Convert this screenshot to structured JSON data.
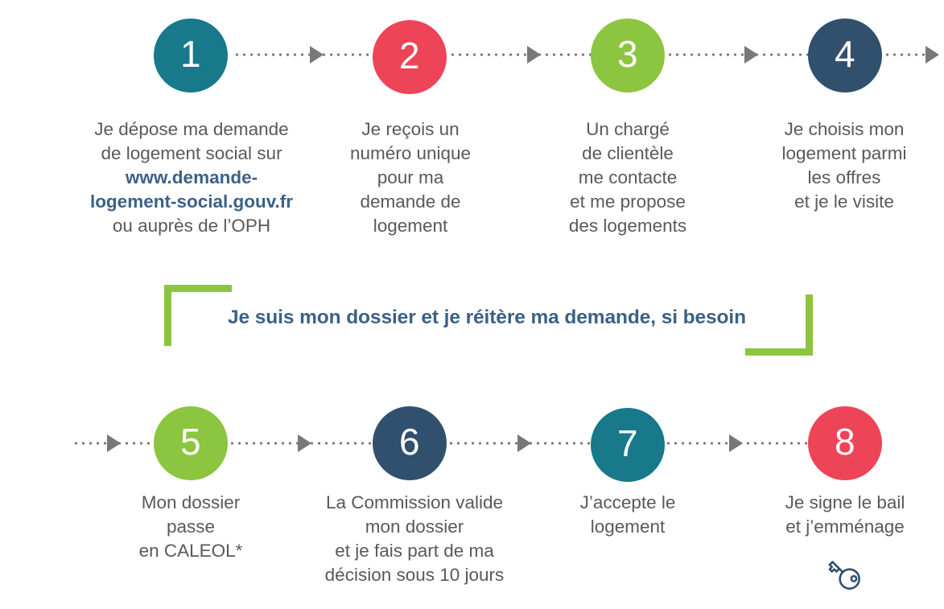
{
  "infographic": {
    "title_banner": {
      "text": "Je suis mon dossier et je réitère ma demande, si besoin",
      "text_color": "#3b6187",
      "bracket_color": "#8cc540"
    },
    "colors": {
      "teal": "#17798a",
      "red": "#ee4458",
      "green": "#8cc540",
      "navy": "#31506e",
      "text": "#58595b",
      "link": "#3b6187",
      "connector": "#77787b"
    },
    "connector": {
      "icon": "dotted-arrow-icon",
      "arrow_icon": "arrowhead-icon"
    },
    "steps": [
      {
        "number": "1",
        "color": "#17798a",
        "lines": [
          {
            "text": "Je dépose ma demande",
            "style": "plain"
          },
          {
            "text": "de logement social sur",
            "style": "plain"
          },
          {
            "text": "www.demande-",
            "style": "url"
          },
          {
            "text": "logement-social.gouv.fr",
            "style": "url"
          },
          {
            "text": "ou auprès de l’OPH",
            "style": "plain"
          }
        ]
      },
      {
        "number": "2",
        "color": "#ee4458",
        "lines": [
          {
            "text": "Je reçois un",
            "style": "plain"
          },
          {
            "text": "numéro unique",
            "style": "plain"
          },
          {
            "text": "pour ma",
            "style": "plain"
          },
          {
            "text": "demande de",
            "style": "plain"
          },
          {
            "text": "logement",
            "style": "plain"
          }
        ]
      },
      {
        "number": "3",
        "color": "#8cc540",
        "lines": [
          {
            "text": "Un chargé",
            "style": "plain"
          },
          {
            "text": "de clientèle",
            "style": "plain"
          },
          {
            "text": "me contacte",
            "style": "plain"
          },
          {
            "text": "et me propose",
            "style": "plain"
          },
          {
            "text": "des logements",
            "style": "plain"
          }
        ]
      },
      {
        "number": "4",
        "color": "#31506e",
        "lines": [
          {
            "text": "Je choisis mon",
            "style": "plain"
          },
          {
            "text": "logement parmi",
            "style": "plain"
          },
          {
            "text": "les offres",
            "style": "plain"
          },
          {
            "text": "et je le visite",
            "style": "plain"
          }
        ]
      },
      {
        "number": "5",
        "color": "#8cc540",
        "lines": [
          {
            "text": "Mon dossier",
            "style": "plain"
          },
          {
            "text": "passe",
            "style": "plain"
          },
          {
            "text": "en CALEOL*",
            "style": "plain"
          }
        ]
      },
      {
        "number": "6",
        "color": "#31506e",
        "lines": [
          {
            "text": "La Commission valide",
            "style": "plain"
          },
          {
            "text": "mon dossier",
            "style": "plain"
          },
          {
            "text": "et je  fais part de ma",
            "style": "plain"
          },
          {
            "text": "décision sous 10 jours",
            "style": "plain"
          }
        ]
      },
      {
        "number": "7",
        "color": "#17798a",
        "lines": [
          {
            "text": "J’accepte le",
            "style": "plain"
          },
          {
            "text": "logement",
            "style": "plain"
          }
        ]
      },
      {
        "number": "8",
        "color": "#ee4458",
        "lines": [
          {
            "text": "Je signe le bail",
            "style": "plain"
          },
          {
            "text": "et j’emménage",
            "style": "plain"
          }
        ],
        "icon": "key-icon"
      }
    ]
  }
}
